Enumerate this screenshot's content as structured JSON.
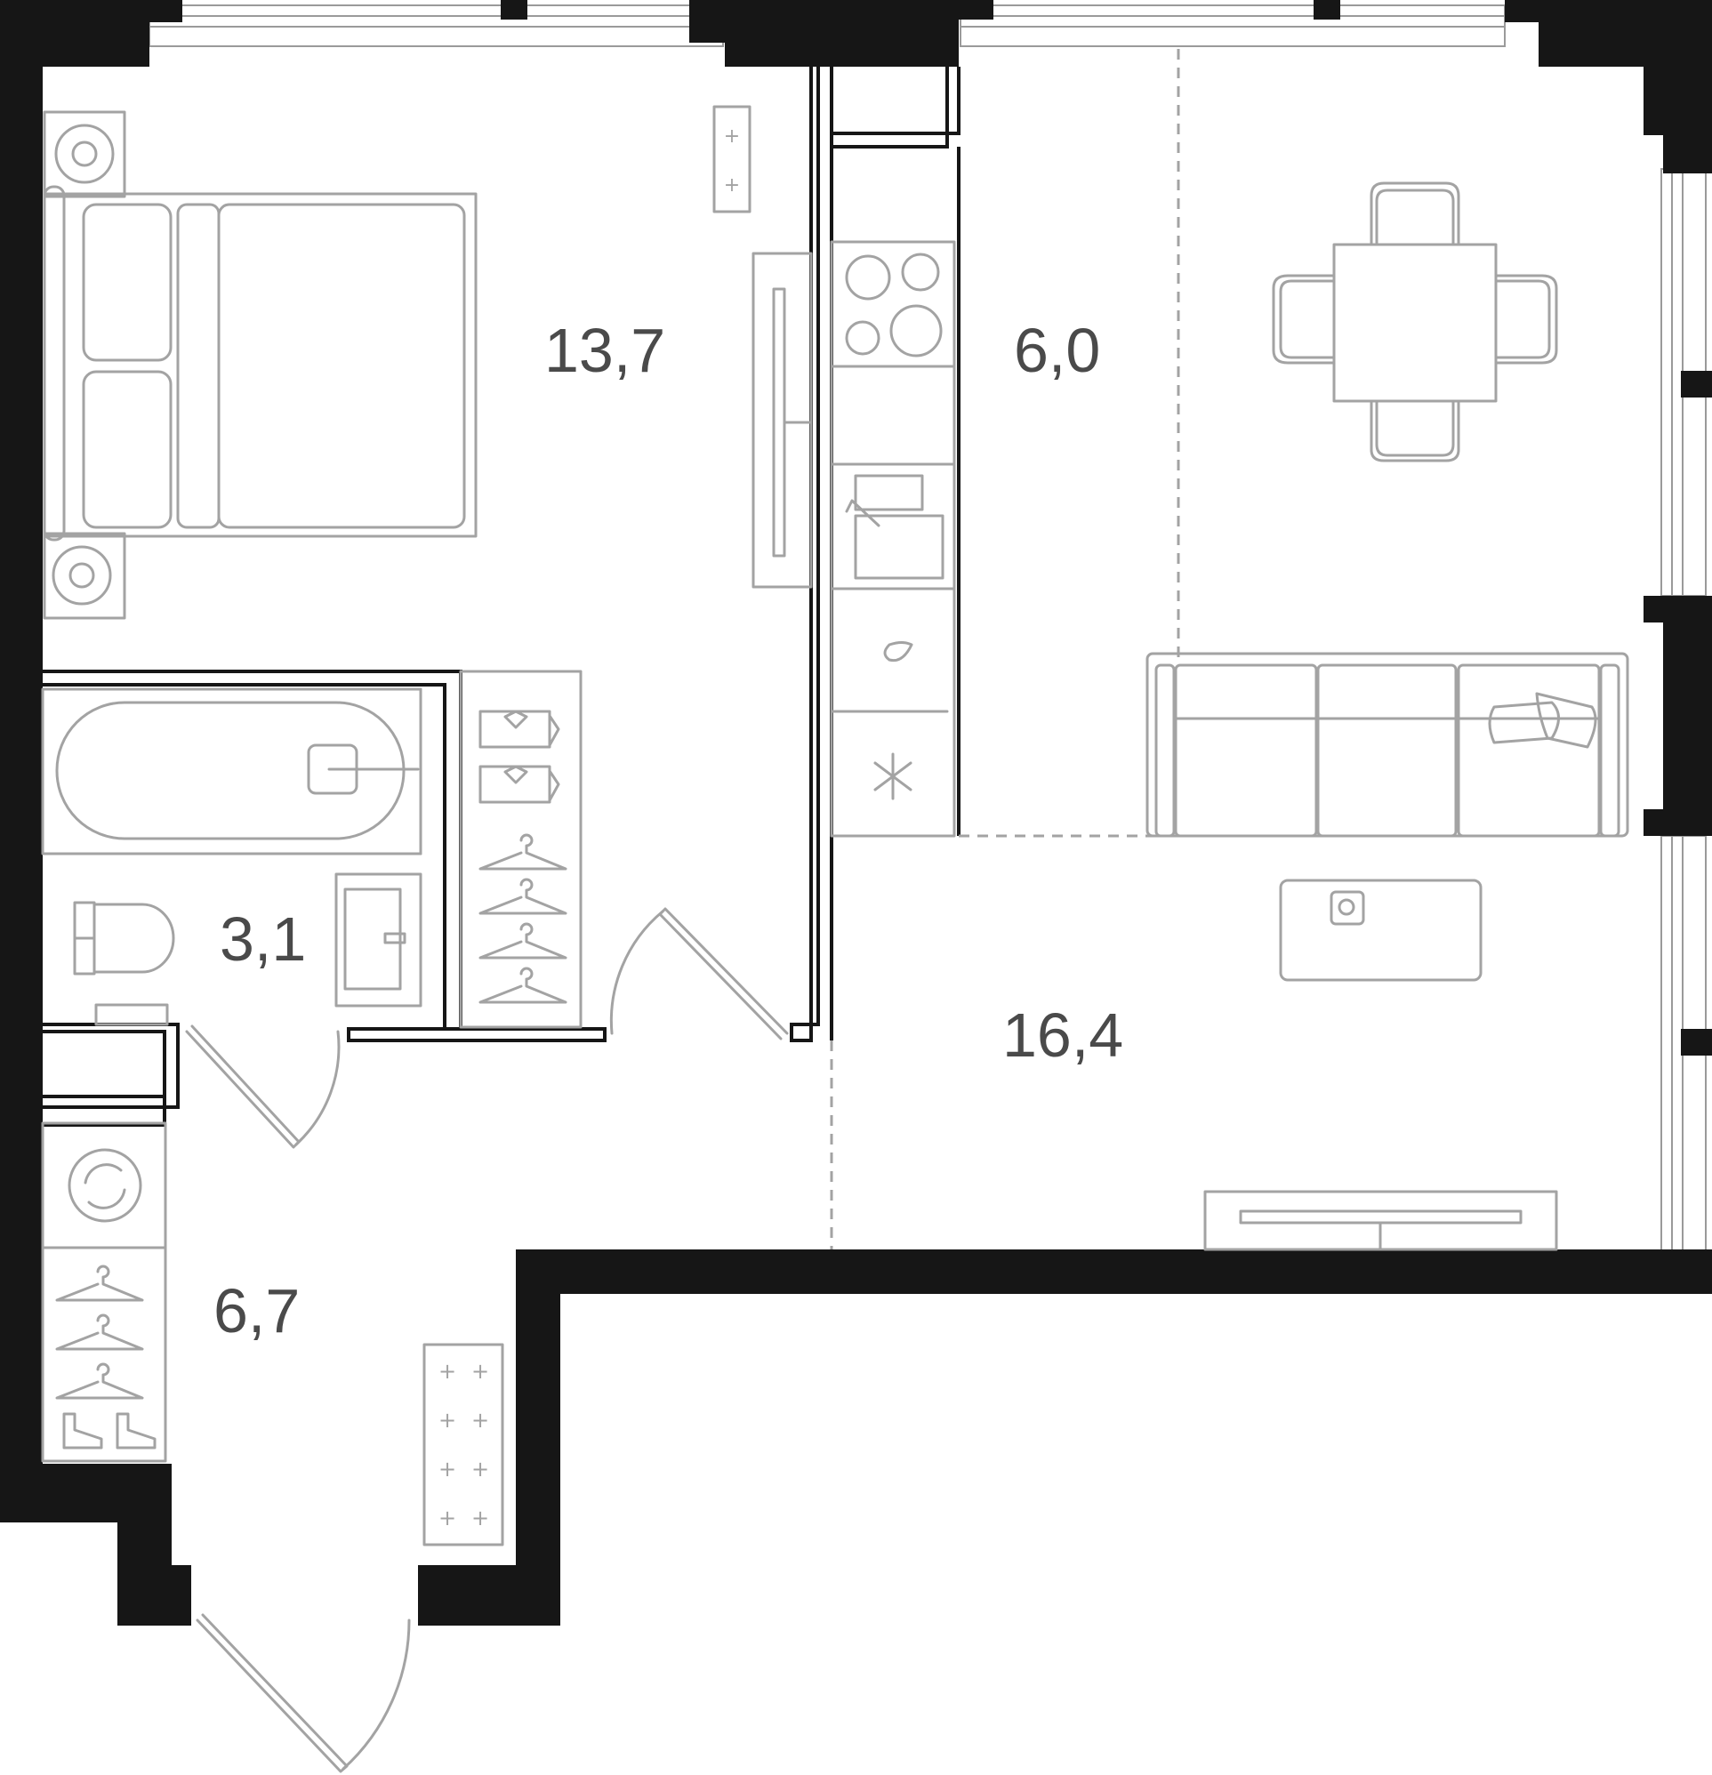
{
  "rooms": {
    "bedroom_area": "13,7",
    "kitchen_area": "6,0",
    "bathroom_area": "3,1",
    "living_area": "16,4",
    "hallway_area": "6,7"
  }
}
